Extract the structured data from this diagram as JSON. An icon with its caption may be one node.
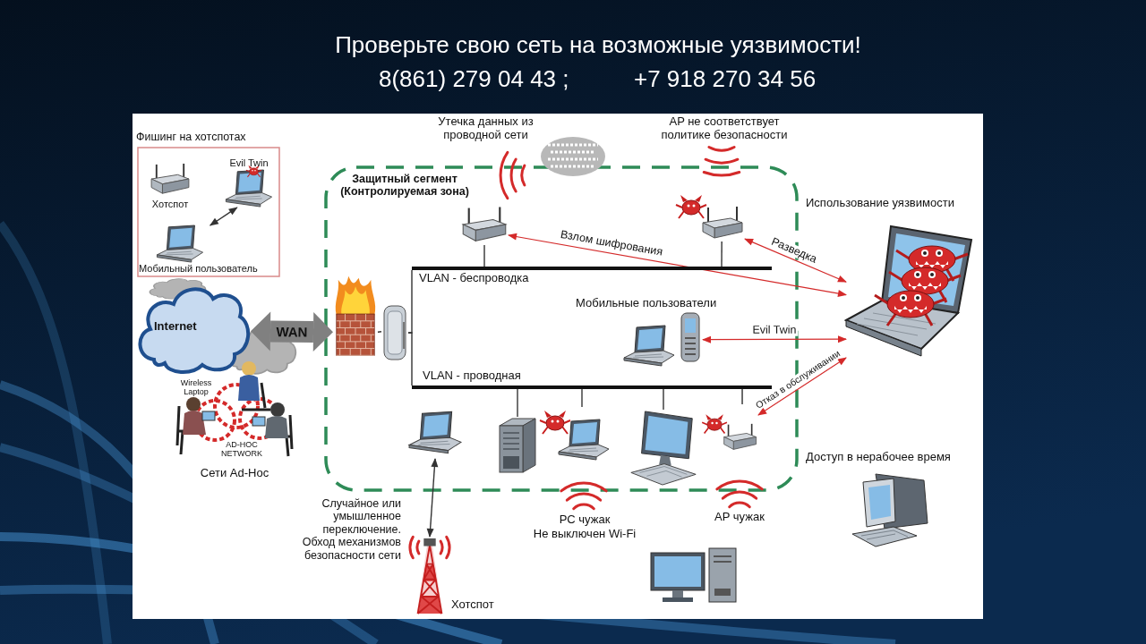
{
  "diagram": {
    "title": "Проверьте свою сеть на возможные уязвимости!",
    "nodes": [
      {
        "text": [
          "Фишинг на хотспотах"
        ]
      },
      {
        "text": [
          "Хотспот"
        ],
        "in": 0
      },
      {
        "text": [
          "Evil Twin"
        ],
        "in": 0
      },
      {
        "text": [
          "Мобильный пользователь"
        ],
        "in": 0
      },
      {
        "text": [
          "Internet"
        ]
      },
      {
        "text": [
          "Wireless Laptop",
          "AD-HOC NETWORK"
        ],
        "beside": [
          "Сети Ad-Hoc"
        ]
      },
      {
        "text": [
          "Защитный сегмент (Контролируемая зона)"
        ]
      },
      {
        "text": [],
        "shape": "picture",
        "in": 6
      },
      {
        "text": [],
        "shape": "picture",
        "in": 6
      },
      {
        "text": [],
        "shape": "bar",
        "in": 6,
        "beside": [
          "VLAN - беспроводка"
        ]
      },
      {
        "text": [],
        "shape": "bar",
        "in": 6,
        "beside": [
          "VLAN - проводная"
        ]
      },
      {
        "text": [],
        "shape": "picture",
        "in": 6
      },
      {
        "text": [],
        "shape": "picture",
        "in": 6
      },
      {
        "text": [],
        "shape": "picture",
        "in": 6,
        "beside": [
          "Мобильные пользователи"
        ]
      },
      {
        "text": [],
        "shape": "picture"
      },
      {
        "text": [],
        "shape": "picture",
        "in": 6
      },
      {
        "text": [],
        "shape": "picture",
        "in": 6
      },
      {
        "text": [],
        "shape": "picture",
        "in": 6,
        "beside": [
          "PC чужак",
          "Не выключен Wi-Fi"
        ]
      },
      {
        "text": [],
        "shape": "picture",
        "in": 6
      },
      {
        "text": [],
        "shape": "picture",
        "in": 6
      },
      {
        "text": [],
        "shape": "picture",
        "beside": [
          "Хотспот"
        ]
      },
      {
        "text": [],
        "shape": "picture"
      },
      {
        "text": [],
        "shape": "picture"
      }
    ],
    "edges": [
      {
        "from": 2,
        "to": 3,
        "arrow": "both"
      },
      {
        "from": 4,
        "to": 7,
        "arrow": "both",
        "label": "WAN",
        "style": "thick",
        "color": "#808080"
      },
      {
        "from": 7,
        "to": 8,
        "arrow": "none"
      },
      {
        "from": 8,
        "to": 9,
        "arrow": "none"
      },
      {
        "from": 8,
        "to": 10,
        "arrow": "none"
      },
      {
        "from": 11,
        "to": 9,
        "arrow": "none"
      },
      {
        "from": 12,
        "to": 9,
        "arrow": "none"
      },
      {
        "from": 10,
        "to": 16,
        "arrow": "none"
      },
      {
        "from": 10,
        "to": 17,
        "arrow": "none"
      },
      {
        "from": 10,
        "to": 18,
        "arrow": "none"
      },
      {
        "from": 10,
        "to": 19,
        "arrow": "none"
      },
      {
        "from": 14,
        "to": 11,
        "arrow": "both",
        "label": "Взлом шифрования",
        "color": "#d42a2a"
      },
      {
        "from": 14,
        "to": 12,
        "arrow": "both",
        "label": "Разведка",
        "color": "#d42a2a"
      },
      {
        "from": 14,
        "to": 13,
        "arrow": "both",
        "label": "Evil Twin",
        "color": "#d42a2a"
      },
      {
        "from": 14,
        "to": 19,
        "arrow": "both",
        "label": "Отказ в обслуживании",
        "color": "#d42a2a"
      },
      {
        "from": 15,
        "to": 20,
        "arrow": "both"
      }
    ],
    "labels": [
      "8(861) 279 04 43 ;",
      "+7 918 270 34 56",
      "Утечка данных из проводной сети",
      "AP не соответствует политике безопасности",
      "Использование уязвимости",
      "Доступ в нерабочее время",
      "Случайное или умышленное переключение. Обход механизмов безопасности сети",
      "AP чужак"
    ]
  }
}
